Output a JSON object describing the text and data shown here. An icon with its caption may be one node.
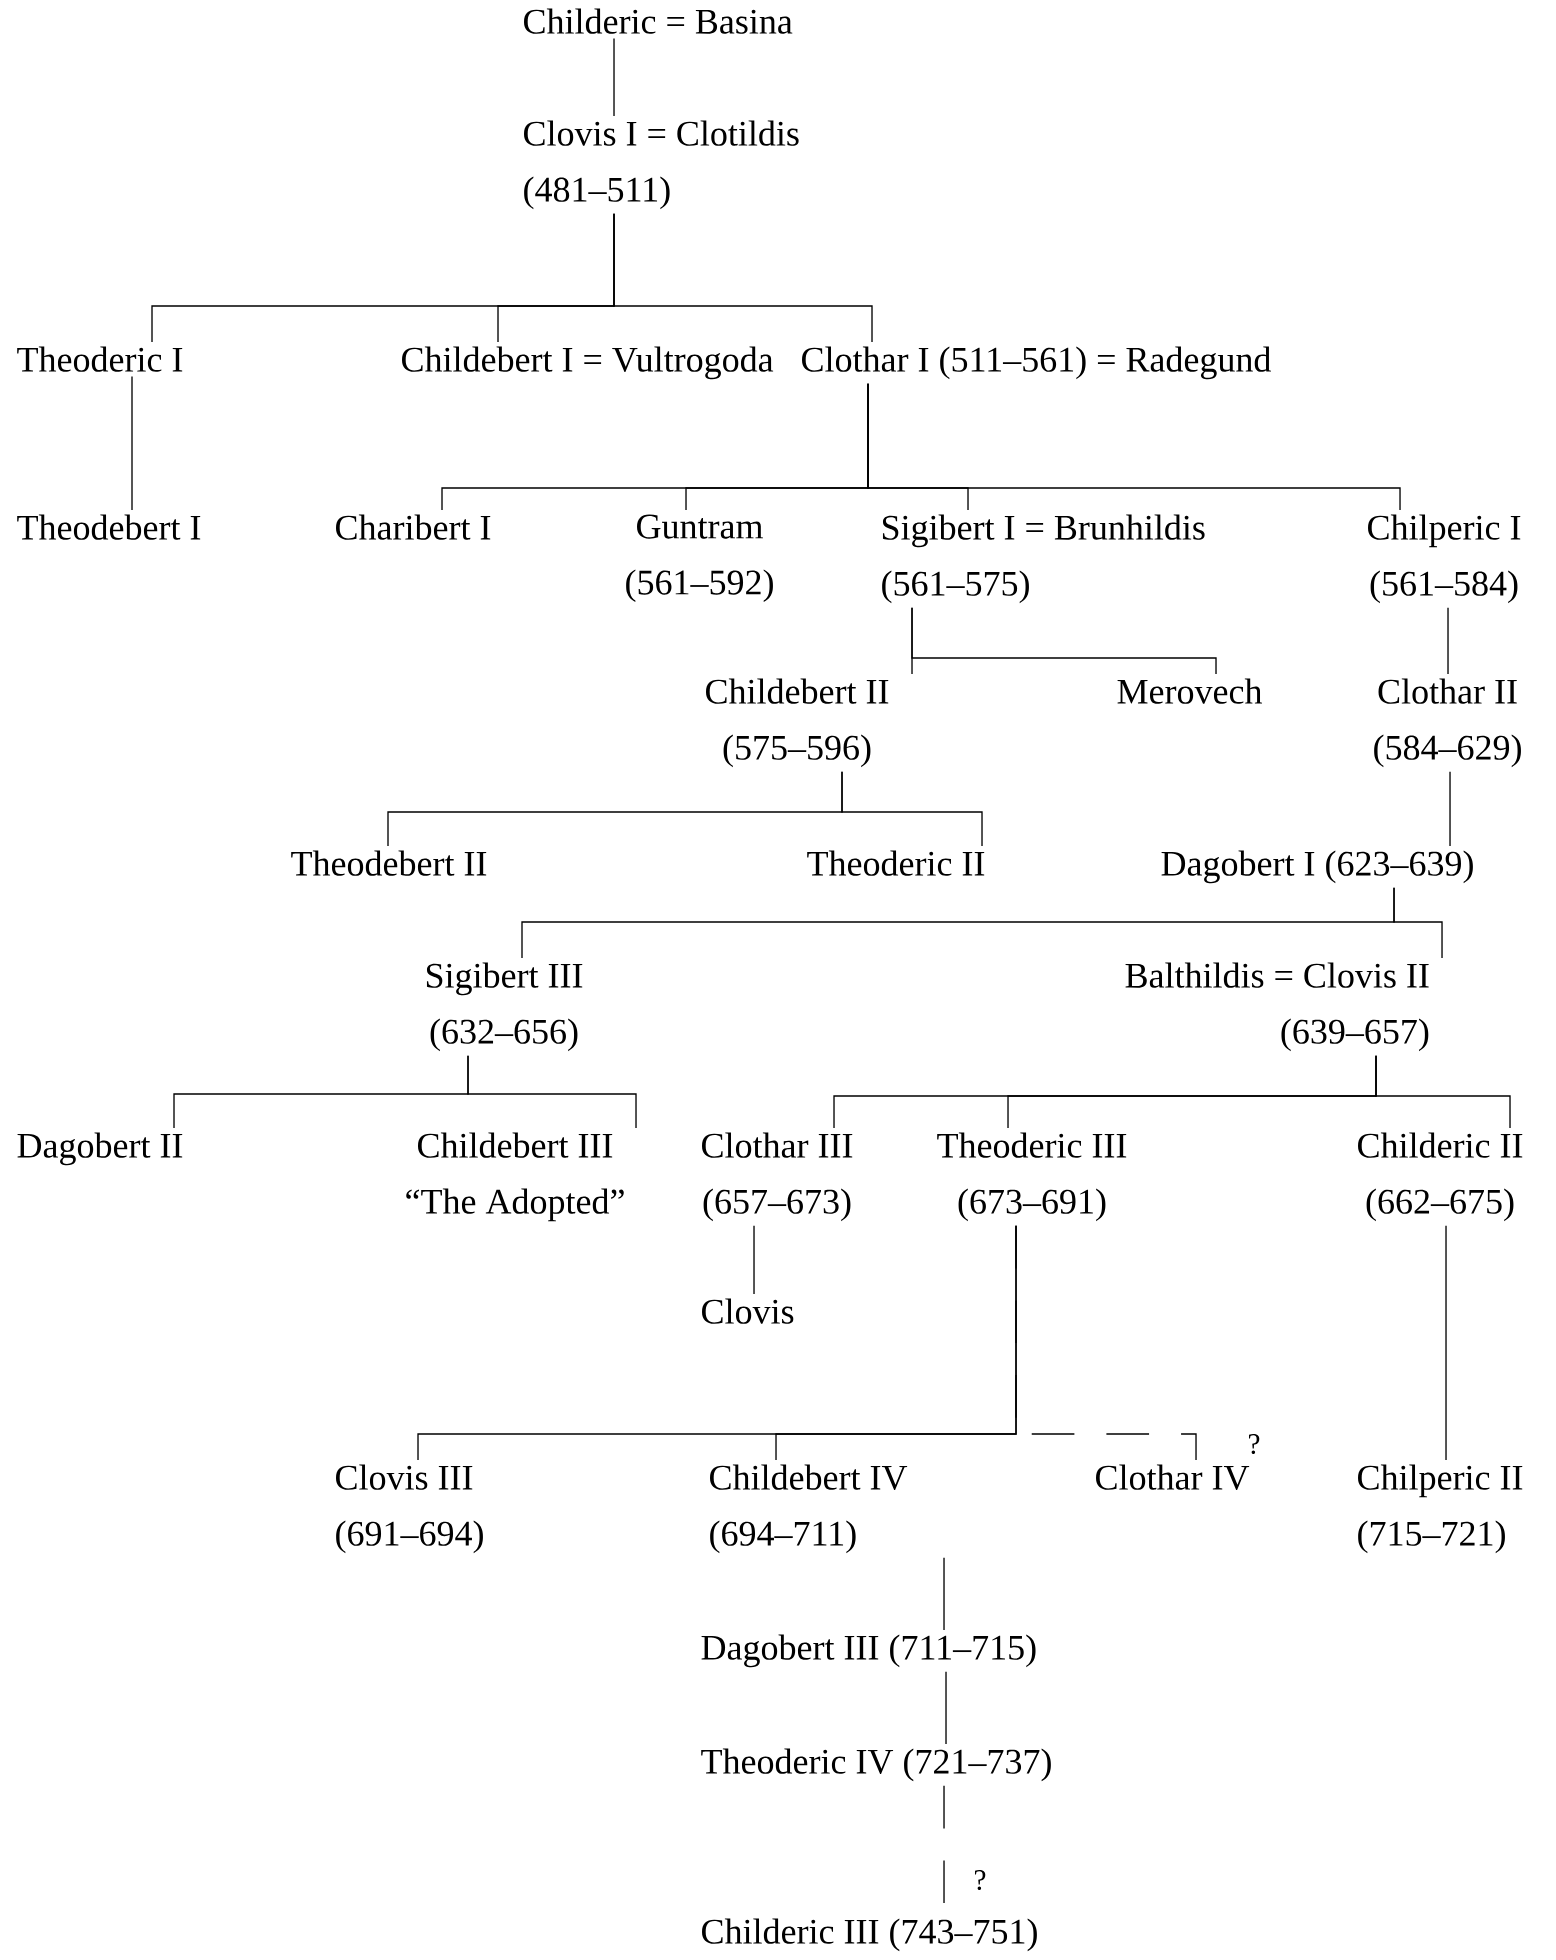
{
  "diagram": {
    "nodes": [
      {
        "text": [
          "Childeric = Basina"
        ]
      },
      {
        "text": [
          "Clovis I = Clotildis",
          "(481–511)"
        ]
      },
      {
        "text": [
          "Theoderic I"
        ]
      },
      {
        "text": [
          "Childebert I = Vultrogoda"
        ]
      },
      {
        "text": [
          "Clothar I (511–561) = Radegund"
        ]
      },
      {
        "text": [
          "Theodebert I"
        ]
      },
      {
        "text": [
          "Charibert I"
        ]
      },
      {
        "text": [
          "Guntram",
          "(561–592)"
        ]
      },
      {
        "text": [
          "Sigibert I = Brunhildis",
          "(561–575)"
        ]
      },
      {
        "text": [
          "Chilperic I",
          "(561–584)"
        ]
      },
      {
        "text": [
          "Childebert II",
          "(575–596)"
        ]
      },
      {
        "text": [
          "Merovech"
        ]
      },
      {
        "text": [
          "Clothar II",
          "(584–629)"
        ]
      },
      {
        "text": [
          "Theodebert II"
        ]
      },
      {
        "text": [
          "Theoderic II"
        ]
      },
      {
        "text": [
          "Dagobert I (623–639)"
        ]
      },
      {
        "text": [
          "Sigibert III",
          "(632–656)"
        ]
      },
      {
        "text": [
          "Balthildis = Clovis II",
          "(639–657)"
        ]
      },
      {
        "text": [
          "Dagobert II"
        ]
      },
      {
        "text": [
          "Childebert III",
          "“The Adopted”"
        ]
      },
      {
        "text": [
          "Clothar III",
          "(657–673)"
        ]
      },
      {
        "text": [
          "Theoderic III",
          "(673–691)"
        ]
      },
      {
        "text": [
          "Childeric II",
          "(662–675)"
        ]
      },
      {
        "text": [
          "Clovis"
        ]
      },
      {
        "text": [
          "Clovis III",
          "(691–694)"
        ]
      },
      {
        "text": [
          "Childebert IV",
          "(694–711)"
        ]
      },
      {
        "text": [
          "Clothar IV"
        ]
      },
      {
        "text": [
          "Chilperic II",
          "(715–721)"
        ]
      },
      {
        "text": [
          "Dagobert III (711–715)"
        ]
      },
      {
        "text": [
          "Theoderic IV (721–737)"
        ]
      },
      {
        "text": [
          "Childeric III (743–751)"
        ]
      }
    ],
    "edges": [
      {
        "from": 0,
        "to": 1,
        "arrow": "none"
      },
      {
        "from": 1,
        "to": 2,
        "arrow": "none"
      },
      {
        "from": 1,
        "to": 3,
        "arrow": "none"
      },
      {
        "from": 1,
        "to": 4,
        "arrow": "none"
      },
      {
        "from": 2,
        "to": 5,
        "arrow": "none"
      },
      {
        "from": 4,
        "to": 6,
        "arrow": "none"
      },
      {
        "from": 4,
        "to": 7,
        "arrow": "none"
      },
      {
        "from": 4,
        "to": 8,
        "arrow": "none"
      },
      {
        "from": 4,
        "to": 9,
        "arrow": "none"
      },
      {
        "from": 8,
        "to": 10,
        "arrow": "none"
      },
      {
        "from": 8,
        "to": 11,
        "arrow": "none"
      },
      {
        "from": 9,
        "to": 12,
        "arrow": "none"
      },
      {
        "from": 10,
        "to": 13,
        "arrow": "none"
      },
      {
        "from": 10,
        "to": 14,
        "arrow": "none"
      },
      {
        "from": 12,
        "to": 15,
        "arrow": "none"
      },
      {
        "from": 15,
        "to": 16,
        "arrow": "none"
      },
      {
        "from": 15,
        "to": 17,
        "arrow": "none"
      },
      {
        "from": 16,
        "to": 18,
        "arrow": "none"
      },
      {
        "from": 16,
        "to": 19,
        "arrow": "none"
      },
      {
        "from": 17,
        "to": 20,
        "arrow": "none"
      },
      {
        "from": 17,
        "to": 21,
        "arrow": "none"
      },
      {
        "from": 17,
        "to": 22,
        "arrow": "none"
      },
      {
        "from": 20,
        "to": 23,
        "arrow": "none"
      },
      {
        "from": 21,
        "to": 24,
        "arrow": "none"
      },
      {
        "from": 21,
        "to": 25,
        "arrow": "none"
      },
      {
        "from": 21,
        "to": 26,
        "arrow": "none",
        "style": "dashed"
      },
      {
        "from": 22,
        "to": 27,
        "arrow": "none"
      },
      {
        "from": 25,
        "to": 28,
        "arrow": "none"
      },
      {
        "from": 28,
        "to": 29,
        "arrow": "none"
      },
      {
        "from": 29,
        "to": 30,
        "arrow": "none",
        "style": "dashed"
      }
    ],
    "labels": [
      "?",
      "?"
    ]
  }
}
